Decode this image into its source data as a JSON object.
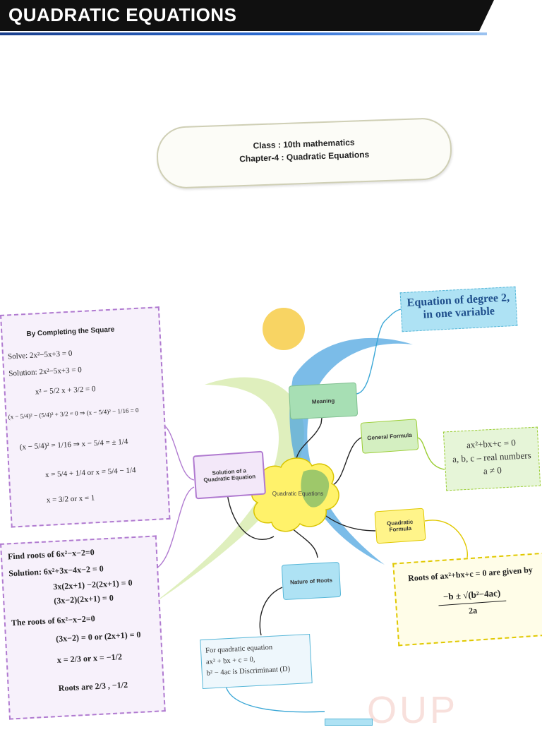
{
  "header": {
    "title": "QUADRATIC EQUATIONS"
  },
  "info_pill": {
    "line1": "Class : 10th mathematics",
    "line2": "Chapter-4 : Quadratic Equations"
  },
  "mindmap": {
    "center": "Quadratic Equations",
    "meaning": {
      "label": "Meaning",
      "detail_line1": "Equation of degree 2,",
      "detail_line2": "in one variable"
    },
    "general_formula": {
      "label": "General Formula",
      "line1": "ax²+bx+c = 0",
      "line2": "a, b, c – real numbers",
      "line3": "a ≠ 0"
    },
    "quadratic_formula": {
      "label_line1": "Quadratic",
      "label_line2": "Formula",
      "text": "Roots of ax²+bx+c = 0 are given by",
      "numerator": "−b ± √(b²−4ac)",
      "denominator": "2a"
    },
    "nature_of_roots": {
      "label": "Nature of Roots",
      "line1": "For quadratic equation",
      "line2": "ax² + bx + c = 0,",
      "line3": "b² − 4ac is Discriminant (D)"
    },
    "solution": {
      "label_line1": "Solution of a",
      "label_line2": "Quadratic Equation"
    },
    "completing_square": {
      "heading": "By Completing the Square",
      "lines": [
        "Solve: 2x²−5x+3 = 0",
        "Solution:     2x²−5x+3 = 0",
        "x² − 5/2 x + 3/2 = 0",
        "(x − 5/4)² − (5/4)² + 3/2 = 0 ⇒ (x − 5/4)² − 1/16 = 0",
        "(x − 5/4)² = 1/16  ⇒  x − 5/4 = ± 1/4",
        "x = 5/4 + 1/4  or  x = 5/4 − 1/4",
        "x = 3/2  or  x = 1"
      ]
    },
    "factorisation": {
      "lines": [
        "Find roots of 6x²−x−2=0",
        "Solution:  6x²+3x−4x−2 = 0",
        "3x(2x+1) −2(2x+1) = 0",
        "(3x−2)(2x+1) = 0",
        "The roots of 6x²−x−2=0",
        "(3x−2) = 0 or (2x+1) = 0",
        "x = 2/3     or x = −1/2",
        "Roots are  2/3 , −1/2"
      ]
    },
    "watermark": "OUP"
  },
  "colors": {
    "purple": "#b07ad0",
    "green_node": "#bfe6c4",
    "blue_node": "#a9ddef",
    "yellow": "#fff26a",
    "cyan_box": "#aee2f4"
  }
}
